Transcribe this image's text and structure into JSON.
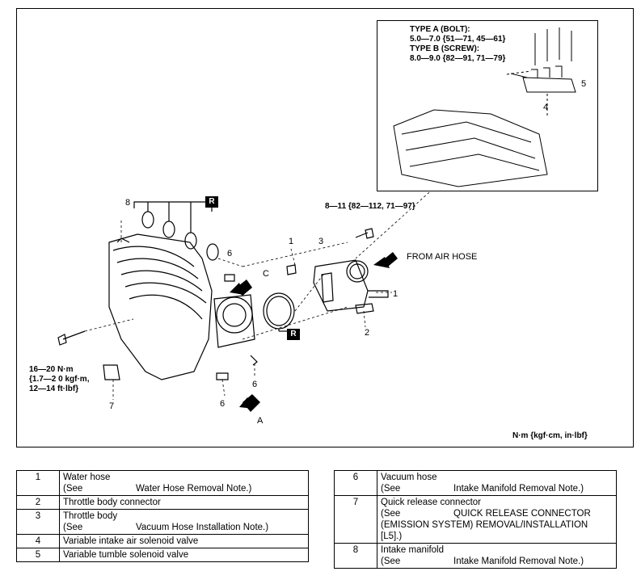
{
  "diagram": {
    "inset_text": [
      "TYPE A (BOLT):",
      "5.0—7.0 {51—71, 45—61}",
      "TYPE B (SCREW):",
      "8.0—9.0 {82—91, 71—79}"
    ],
    "torque_throttle": "8—11 {82—112, 71—97}",
    "from_air_hose": "FROM AIR HOSE",
    "torque_manifold": [
      "16—20 N·m",
      "{1.7—2 0 kgf·m,",
      "12—14 ft·lbf}"
    ],
    "units_note": "N·m {kgf·cm, in·lbf}",
    "badge_r": "R",
    "letter_a": "A",
    "letter_c": "C",
    "callouts": {
      "n1": "1",
      "n2": "2",
      "n3": "3",
      "n4": "4",
      "n5": "5",
      "n6": "6",
      "n7": "7",
      "n8": "8"
    }
  },
  "parts_left": [
    {
      "no": "1",
      "name": "Water hose",
      "see_label": "(See",
      "note": "Water Hose Removal Note.)"
    },
    {
      "no": "2",
      "name": "Throttle body connector"
    },
    {
      "no": "3",
      "name": "Throttle body",
      "see_label": "(See",
      "note": "Vacuum Hose Installation Note.)"
    },
    {
      "no": "4",
      "name": "Variable intake air solenoid valve"
    },
    {
      "no": "5",
      "name": "Variable tumble solenoid valve"
    }
  ],
  "parts_right": [
    {
      "no": "6",
      "name": "Vacuum hose",
      "see_label": "(See",
      "note": "Intake Manifold Removal Note.)"
    },
    {
      "no": "7",
      "name": "Quick release connector",
      "see_label": "(See",
      "note": "QUICK RELEASE CONNECTOR",
      "note2": "(EMISSION SYSTEM) REMOVAL/INSTALLATION",
      "note3": "[L5].)"
    },
    {
      "no": "8",
      "name": "Intake manifold",
      "see_label": "(See",
      "note": "Intake Manifold Removal Note.)"
    }
  ]
}
